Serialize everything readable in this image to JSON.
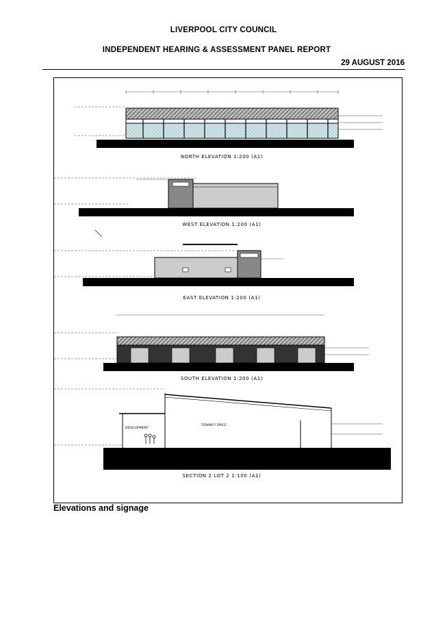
{
  "header": {
    "org": "LIVERPOOL CITY COUNCIL",
    "report": "INDEPENDENT HEARING & ASSESSMENT PANEL REPORT",
    "date": "29 AUGUST 2016"
  },
  "drawings": [
    {
      "key": "north",
      "label": "NORTH  ELEVATION  1:200  (A1)"
    },
    {
      "key": "west",
      "label": "WEST  ELEVATION  1:200  (A1)"
    },
    {
      "key": "east",
      "label": "EAST  ELEVATION  1:200  (A1)"
    },
    {
      "key": "south",
      "label": "SOUTH  ELEVATION  1:200  (A1)"
    },
    {
      "key": "section",
      "label": "SECTION  2   LOT 2     1:100  (A1)"
    }
  ],
  "section_notes": {
    "left_room": "DEVELOPMENT",
    "tenancy": "TENANCY SPACE"
  },
  "caption": "Elevations and signage"
}
